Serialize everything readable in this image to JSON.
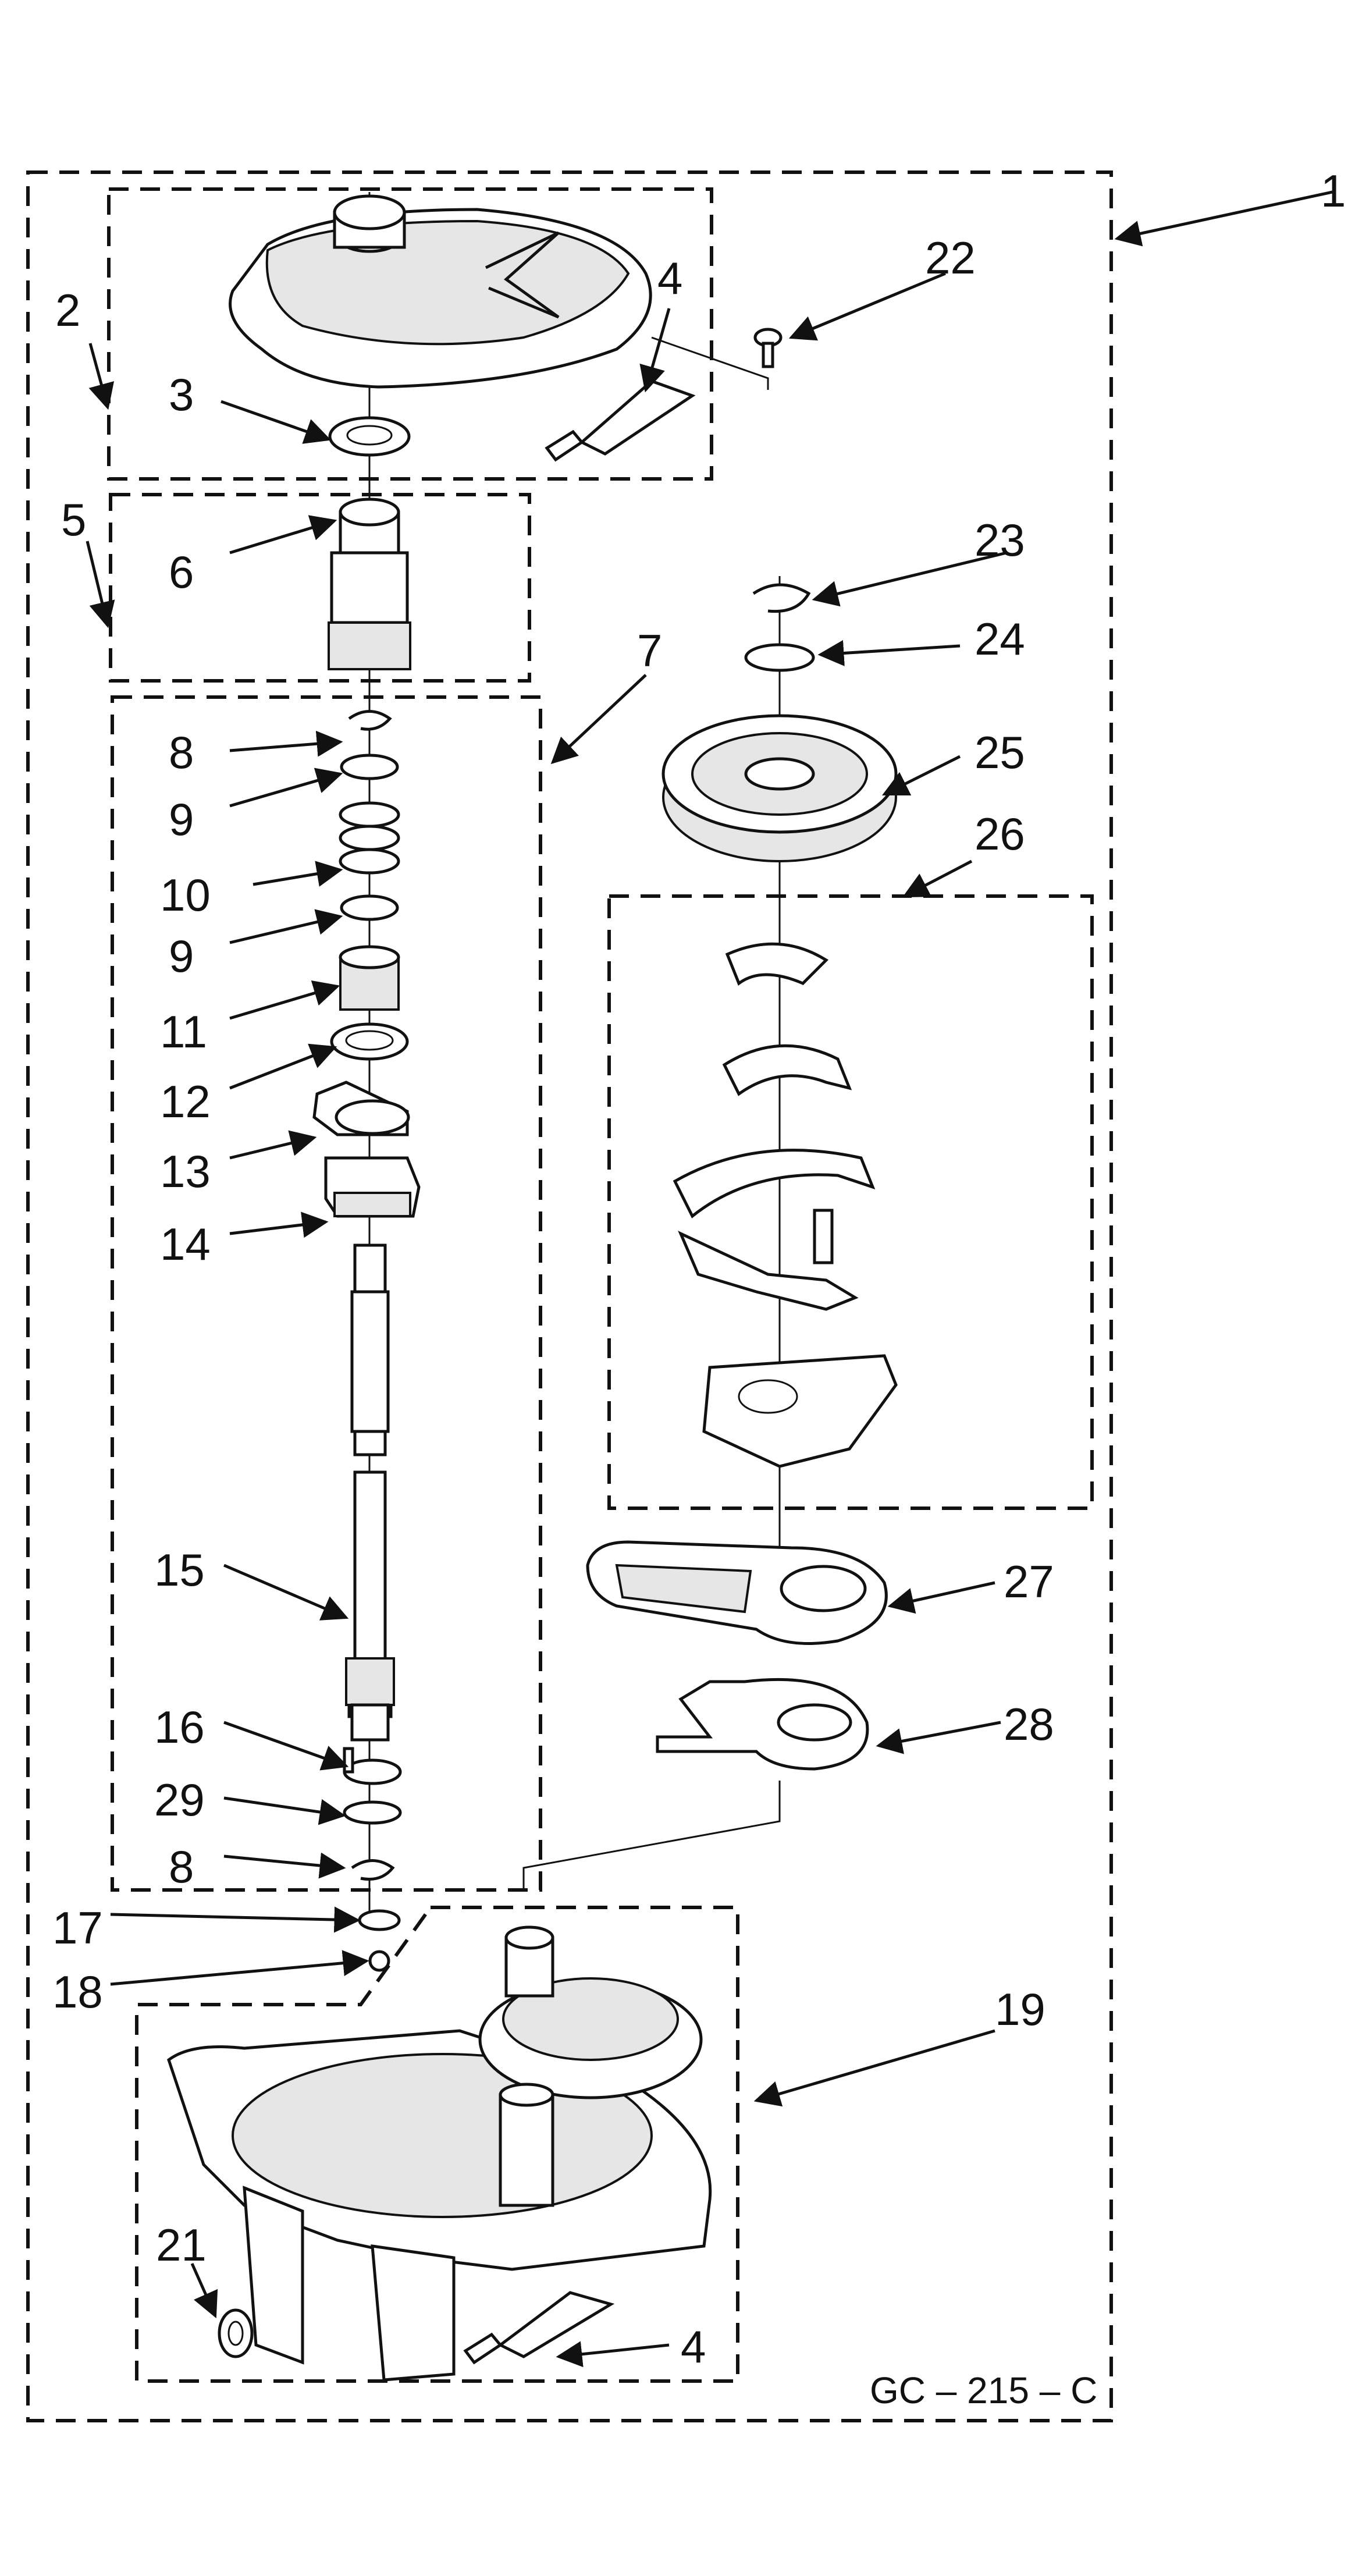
{
  "labels": {
    "l1": "1",
    "l2": "2",
    "l3": "3",
    "l4a": "4",
    "l5": "5",
    "l6": "6",
    "l7": "7",
    "l8a": "8",
    "l9a": "9",
    "l10": "10",
    "l9b": "9",
    "l11": "11",
    "l12": "12",
    "l13": "13",
    "l14": "14",
    "l15": "15",
    "l16": "16",
    "l29": "29",
    "l8b": "8",
    "l17": "17",
    "l18": "18",
    "l19": "19",
    "l21": "21",
    "l4b": "4",
    "l22": "22",
    "l23": "23",
    "l24": "24",
    "l25": "25",
    "l26": "26",
    "l27": "27",
    "l28": "28"
  },
  "diagram_code": "GC – 215 – C"
}
